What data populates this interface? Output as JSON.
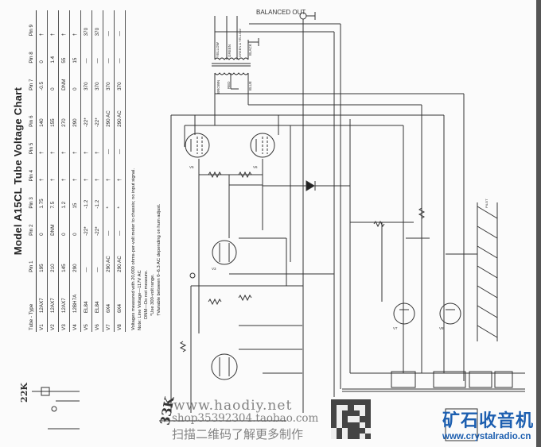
{
  "chart": {
    "title": "Model A15CL Tube Voltage Chart",
    "columns": [
      "Tube - Type",
      "Pin 1",
      "Pin 2",
      "Pin 3",
      "Pin 4",
      "Pin 5",
      "Pin 6",
      "Pin 7",
      "Pin 8",
      "Pin 9"
    ],
    "rows": [
      [
        "V1",
        "12AX7",
        "195",
        "0",
        "1.75",
        "†",
        "†",
        "140",
        "-0.5",
        "0",
        "†"
      ],
      [
        "V2",
        "12AX7",
        "210",
        "DNM",
        "7.5",
        "†",
        "†",
        "155",
        "0",
        "1.4",
        "†"
      ],
      [
        "V3",
        "12AX7",
        "145",
        "0",
        "1.2",
        "†",
        "†",
        "270",
        "DNM",
        "55",
        "†"
      ],
      [
        "V4",
        "12BH7A",
        "290",
        "0",
        "15",
        "†",
        "†",
        "290",
        "0",
        "15",
        "†"
      ],
      [
        "V5",
        "EL84",
        "—",
        "-22*",
        "-1.2",
        "†",
        "†",
        "-22*",
        "370",
        "—",
        "370"
      ],
      [
        "V6",
        "EL84",
        "—",
        "-22*",
        "-1.2",
        "†",
        "†",
        "-22*",
        "370",
        "—",
        "370"
      ],
      [
        "V7",
        "6X4",
        "290 AC",
        "—",
        "*",
        "†",
        "—",
        "290 AC",
        "370",
        "—",
        "—"
      ],
      [
        "V8",
        "6X4",
        "290 AC",
        "—",
        "*",
        "†",
        "—",
        "290 AC",
        "370",
        "—",
        "—"
      ]
    ],
    "notes": [
      "Voltages measured with 20,000 ohms-per-volt meter to chassis; no input signal.",
      "Note: Line Voltage—117V AC",
      "DNM—Do not measure.",
      "*Use 300-volt range.",
      "†Variable between 0–6.3 AC depending on hum adjust."
    ]
  },
  "schematic": {
    "wire_labels": [
      "YELLOW",
      "GREEN",
      "GREEN & YELLOW",
      "BLACK",
      "BROWN",
      "RED",
      "BLUE",
      "BALANCED OUT"
    ],
    "tube_labels": [
      "V5",
      "V6",
      "V3",
      "V7",
      "V8"
    ],
    "pilot_label": "PILOT"
  },
  "handwriting": [
    "33K",
    "22K"
  ],
  "watermark": {
    "site": "www.haodiy.net",
    "shop": "shop35392304.taobao.com",
    "scan_text": "扫描二维码了解更多制作",
    "brand": "矿石收音机",
    "brand_url": "www.crystalradio.cn"
  }
}
